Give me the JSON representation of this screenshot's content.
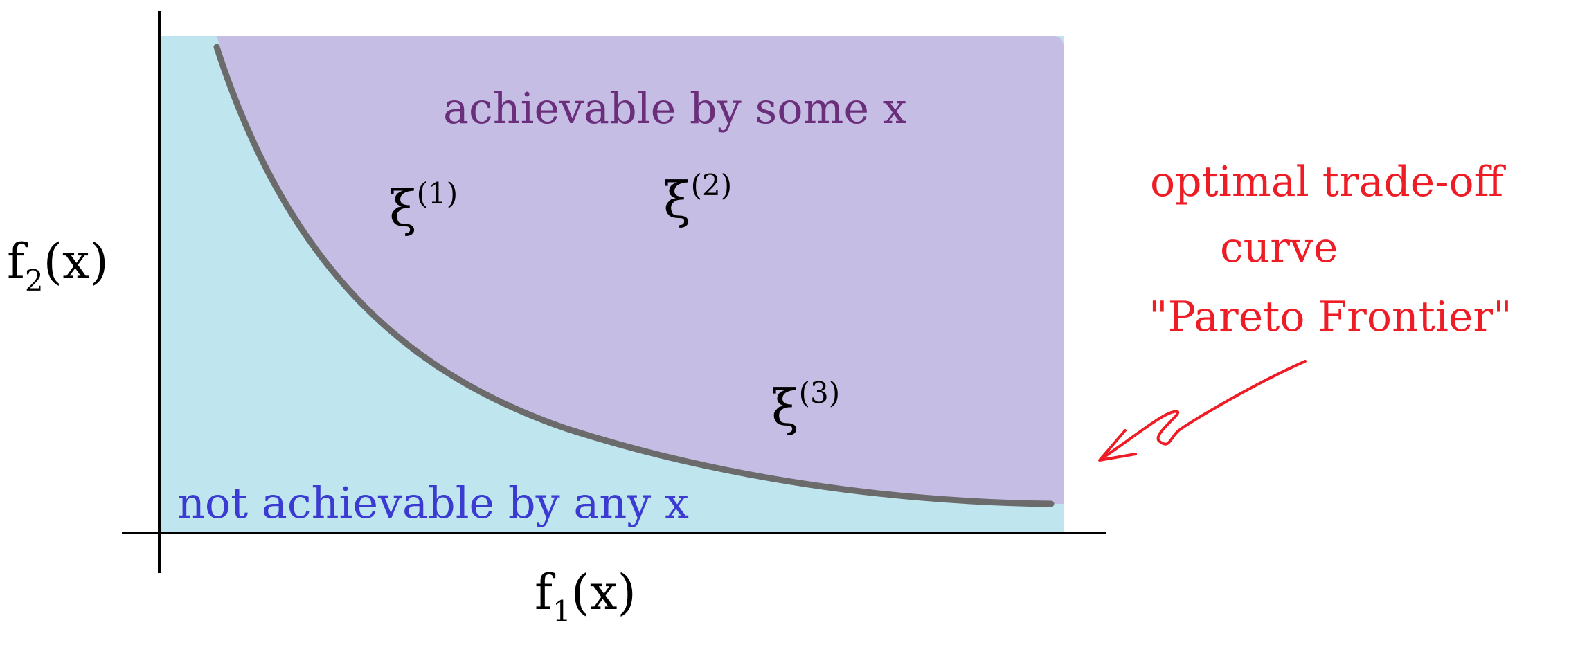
{
  "axes": {
    "x_label_base": "f",
    "x_label_sub": "1",
    "x_label_arg": "(x)",
    "y_label_base": "f",
    "y_label_sub": "2",
    "y_label_arg": "(x)"
  },
  "regions": {
    "achievable": "achievable by some x",
    "not_achievable": "not achievable by any x"
  },
  "points": [
    {
      "symbol": "ξ",
      "superscript": "(1)"
    },
    {
      "symbol": "ξ",
      "superscript": "(2)"
    },
    {
      "symbol": "ξ",
      "superscript": "(3)"
    }
  ],
  "annotation": {
    "line1": "optimal trade-off",
    "line2": "curve",
    "line3": "\"Pareto Frontier\""
  },
  "colors": {
    "achievable_fill": "#c5bde4",
    "not_achievable_fill": "#bfe6ef",
    "frontier_stroke": "#6b6b6b",
    "axis": "#000000",
    "achievable_text": "#6a2e7a",
    "not_achievable_text": "#3b3bd1",
    "annotation": "#ee1c25"
  }
}
